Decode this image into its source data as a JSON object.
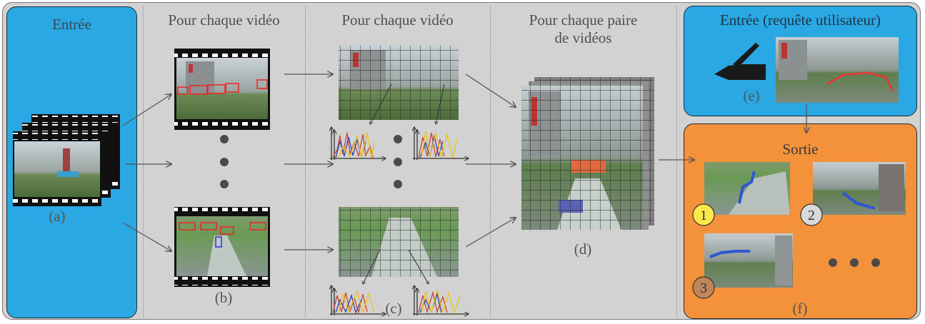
{
  "columns": {
    "input_title": "Entrée",
    "per_video_1": "Pour chaque vidéo",
    "per_video_2": "Pour chaque vidéo",
    "per_pair_line1": "Pour chaque paire",
    "per_pair_line2": "de vidéos",
    "query_title": "Entrée (requête utilisateur)",
    "output_title": "Sortie"
  },
  "labels": {
    "a": "(a)",
    "b": "(b)",
    "c": "(c)",
    "d": "(d)",
    "e": "(e)",
    "f": "(f)"
  },
  "results": [
    {
      "rank": "1",
      "color": "#ffe84a"
    },
    {
      "rank": "2",
      "color": "#d9d9d9"
    },
    {
      "rank": "3",
      "color": "#c0855a"
    }
  ],
  "colors": {
    "panel_blue": "#2aa8e3",
    "panel_orange": "#f4923c",
    "background": "#d2d2d2"
  }
}
